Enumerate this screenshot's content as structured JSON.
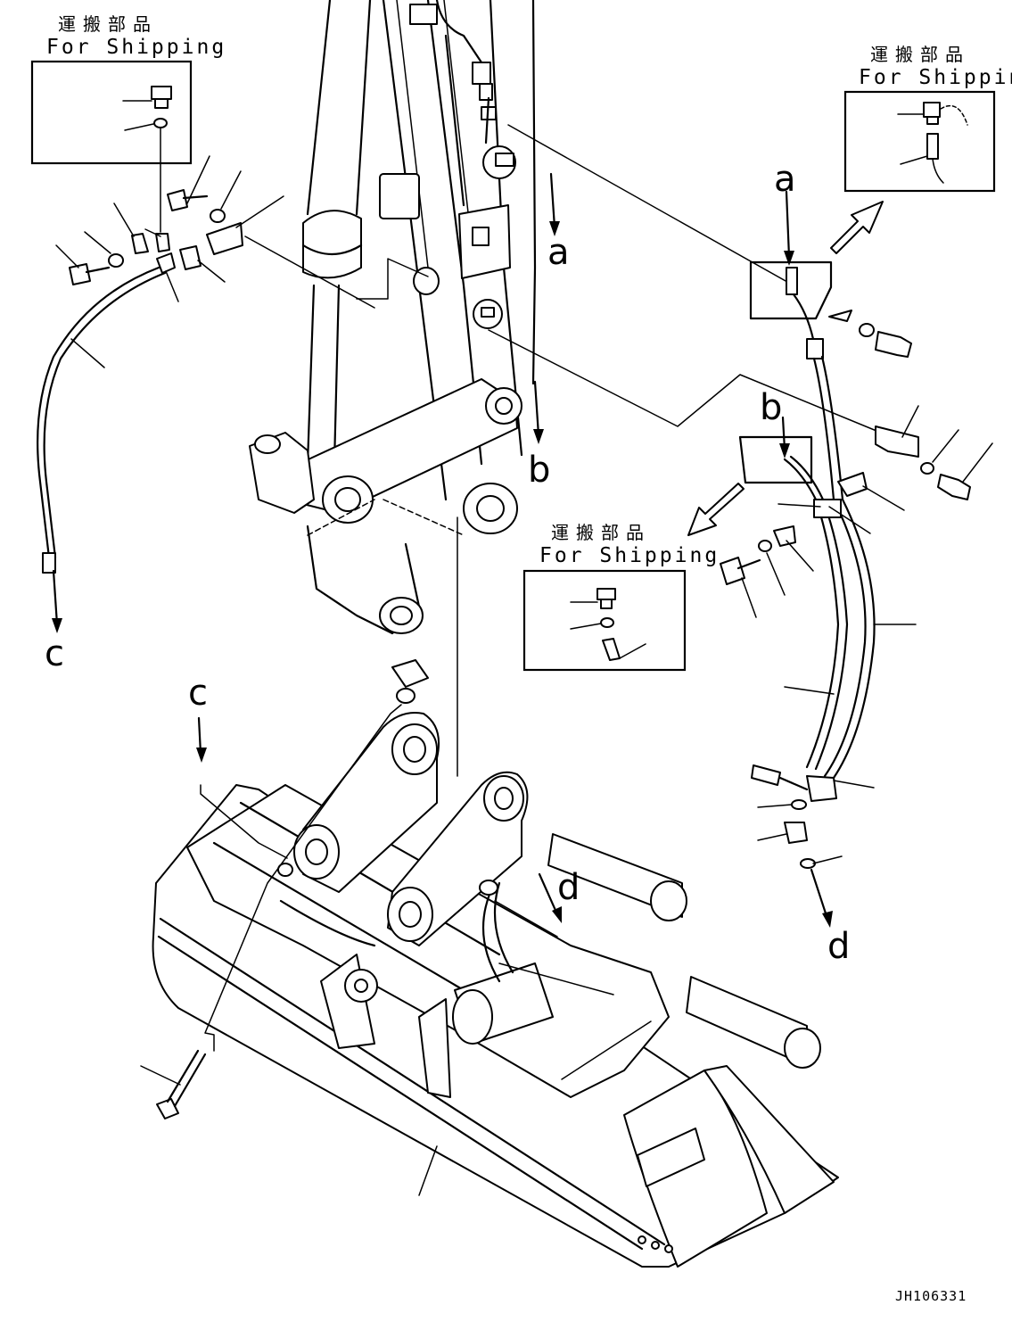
{
  "shipping_boxes": [
    {
      "title_jp": "運搬部品",
      "title_en": "For Shipping"
    },
    {
      "title_jp": "運搬部品",
      "title_en": "For Shipping"
    },
    {
      "title_jp": "運搬部品",
      "title_en": "For Shipping"
    }
  ],
  "refs": {
    "a": "a",
    "b": "b",
    "c": "c",
    "d": "d"
  },
  "drawing_code": "JH106331"
}
